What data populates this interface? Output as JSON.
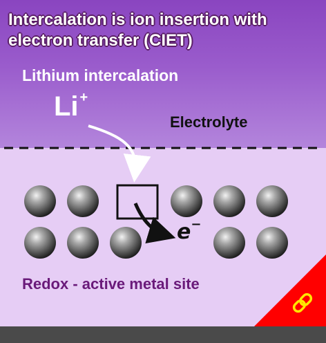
{
  "title": {
    "line1": "Intercalation is ion insertion with",
    "line2": "electron transfer (CIET)"
  },
  "subtitle": "Lithium intercalation",
  "ion": {
    "symbol": "Li",
    "charge": "+"
  },
  "electrolyte_label": "Electrolyte",
  "electron": {
    "symbol": "e",
    "charge": "−"
  },
  "site_label": "Redox - active metal site",
  "colors": {
    "top_region": "#9a5ccc",
    "bottom_region": "#e6cdf5",
    "title_outline": "#5a1e66",
    "site_label": "#6a1a7a",
    "link_badge": "#ff0000",
    "link_icon": "#ffe600"
  },
  "link_icon": "chain-link-icon"
}
